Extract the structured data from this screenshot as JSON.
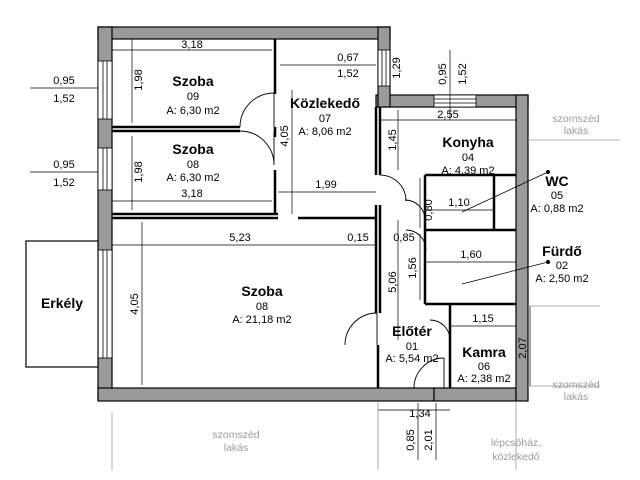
{
  "rooms": [
    {
      "id": "szoba09",
      "name": "Szoba",
      "num": "09",
      "area": "A: 6,30 m2"
    },
    {
      "id": "kozl07",
      "name": "Közlekedő",
      "num": "07",
      "area": "A: 8,06 m2"
    },
    {
      "id": "szoba08a",
      "name": "Szoba",
      "num": "08",
      "area": "A: 6,30 m2"
    },
    {
      "id": "konyha04",
      "name": "Konyha",
      "num": "04",
      "area": "A: 4,39 m2"
    },
    {
      "id": "wc05",
      "name": "WC",
      "num": "05",
      "area": "A: 0,88 m2"
    },
    {
      "id": "furdo02",
      "name": "Fürdő",
      "num": "02",
      "area": "A: 2,50 m2"
    },
    {
      "id": "szoba08b",
      "name": "Szoba",
      "num": "08",
      "area": "A: 21,18 m2"
    },
    {
      "id": "eloter01",
      "name": "Előtér",
      "num": "01",
      "area": "A: 5,54 m2"
    },
    {
      "id": "kamra06",
      "name": "Kamra",
      "num": "06",
      "area": "A: 2,38 m2"
    }
  ],
  "dims": {
    "d318_top": "3,18",
    "d198_a": "1,98",
    "d067": "0,67",
    "d152_top": "1,52",
    "d129": "1,29",
    "d095_r": "0,95",
    "d152_r": "1,52",
    "d405_k": "4,05",
    "d255": "2,55",
    "d145": "1,45",
    "d198_b": "1,98",
    "d318_mid": "3,18",
    "d199": "1,99",
    "d110": "1,10",
    "d080": "0,80",
    "d523": "5,23",
    "d015": "0,15",
    "d085_mid": "0,85",
    "d160": "1,60",
    "d156": "1,56",
    "d506": "5,06",
    "d405_s": "4,05",
    "d115": "1,15",
    "d207": "2,07",
    "d134": "1,34",
    "d085_bot": "0,85",
    "d201": "2,01",
    "w095_a": "0,95",
    "w152_a": "1,52",
    "w095_b": "0,95",
    "w152_b": "1,52"
  },
  "labels": {
    "erkely": "Erkély",
    "szomszed_tr_1": "szomszéd",
    "szomszed_tr_2": "lakás",
    "szomszed_b_1": "szomszéd",
    "szomszed_b_2": "lakás",
    "lepcso_1": "lépcsőház,",
    "lepcso_2": "közlekedő"
  }
}
